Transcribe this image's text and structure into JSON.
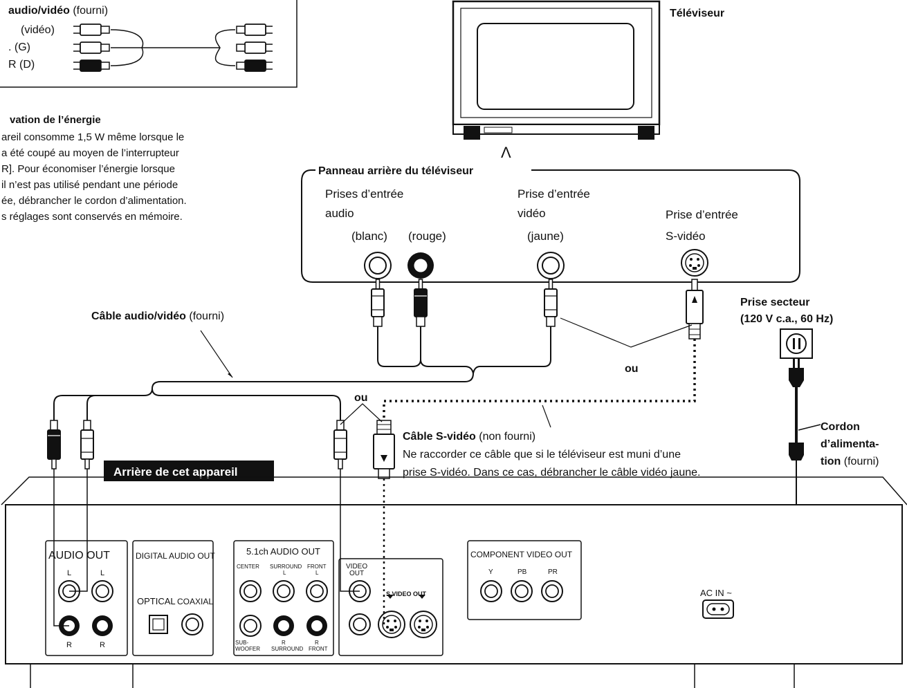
{
  "inset": {
    "title_bold": "audio/vidéo",
    "title_rest": " (fourni)",
    "rows": [
      "(vidéo)",
      ". (G)",
      "R (D)"
    ]
  },
  "energy": {
    "title": "vation de l’énergie",
    "lines": [
      "areil consomme 1,5 W même lorsque le",
      "a été coupé au moyen de l’interrupteur",
      "R]. Pour économiser l’énergie lorsque",
      "il n’est pas utilisé pendant une période",
      "ée, débrancher le cordon d’alimentation.",
      "s réglages sont conservés en mémoire."
    ]
  },
  "tv": {
    "label": "Téléviseur",
    "arrow": "Λ",
    "panel_title": "Panneau arrière du téléviseur",
    "audio_in": [
      "Prises d’entrée",
      "audio"
    ],
    "video_in": [
      "Prise d’entrée",
      "vidéo"
    ],
    "svideo_in": [
      "Prise d’entrée",
      "S-vidéo"
    ],
    "blanc": "(blanc)",
    "rouge": "(rouge)",
    "jaune": "(jaune)"
  },
  "av_cable": {
    "bold": "Câble audio/vidéo",
    "rest": " (fourni)"
  },
  "ou": "ou",
  "outlet": {
    "line1": "Prise secteur",
    "line2": "(120 V c.a., 60 Hz)"
  },
  "power_cord": {
    "line1": "Cordon",
    "line2": "d’alimenta-",
    "line3_bold": "tion",
    "line3_rest": " (fourni)"
  },
  "svideo_cable": {
    "bold": "Câble S-vidéo",
    "rest": " (non fourni)",
    "note1": "Ne raccorder ce câble que si le téléviseur est muni d’une",
    "note2": "prise S-vidéo. Dans ce cas, débrancher le câble vidéo jaune."
  },
  "unit_label": "Arrière de cet appareil",
  "rear": {
    "audio_out": "AUDIO OUT",
    "L": "L",
    "R": "R",
    "digital_audio_out": "DIGITAL AUDIO OUT",
    "optical": "OPTICAL",
    "coaxial": "COAXIAL",
    "ch51": "5.1ch AUDIO OUT",
    "center": "CENTER",
    "surround": "SURROUND",
    "front": "FRONT",
    "sub1": "SUB-",
    "sub2": "WOOFER",
    "video_out1": "VIDEO",
    "video_out2": "OUT",
    "svideo_out": "S VIDEO OUT",
    "component": "COMPONENT VIDEO OUT",
    "Y": "Y",
    "PB": "PB",
    "PR": "PR",
    "ac_in": "AC IN  ~"
  }
}
